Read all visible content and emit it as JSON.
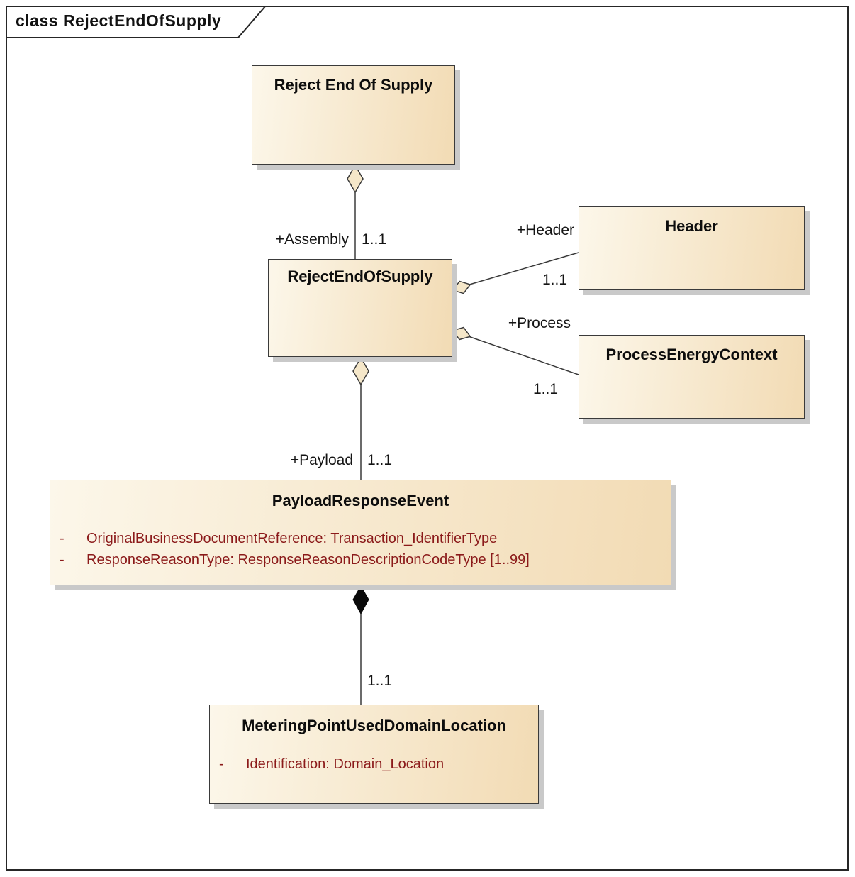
{
  "diagram": {
    "frame_label": "class RejectEndOfSupply"
  },
  "classes": [
    {
      "name": "Reject End Of Supply",
      "attributes": []
    },
    {
      "name": "RejectEndOfSupply",
      "attributes": []
    },
    {
      "name": "Header",
      "attributes": []
    },
    {
      "name": "ProcessEnergyContext",
      "attributes": []
    },
    {
      "name": "PayloadResponseEvent",
      "attributes": [
        {
          "vis": "-",
          "text": "OriginalBusinessDocumentReference: Transaction_IdentifierType"
        },
        {
          "vis": "-",
          "text": "ResponseReasonType: ResponseReasonDescriptionCodeType [1..99]"
        }
      ]
    },
    {
      "name": "MeteringPointUsedDomainLocation",
      "attributes": [
        {
          "vis": "-",
          "text": "Identification: Domain_Location"
        }
      ]
    }
  ],
  "connectors": [
    {
      "id": "assembly",
      "type": "aggregation",
      "role": "+Assembly",
      "multiplicity": "1..1"
    },
    {
      "id": "header",
      "type": "aggregation",
      "role": "+Header",
      "multiplicity": "1..1"
    },
    {
      "id": "process",
      "type": "aggregation",
      "role": "+Process",
      "multiplicity": "1..1"
    },
    {
      "id": "payload",
      "type": "aggregation",
      "role": "+Payload",
      "multiplicity": "1..1"
    },
    {
      "id": "composition",
      "type": "composition",
      "role": "",
      "multiplicity": "1..1"
    }
  ],
  "colors": {
    "box_fill_light": "#fcf7ea",
    "box_fill_dark": "#f2dbb4",
    "attribute_text": "#8b1a1a",
    "line": "#3a3a3a",
    "diamond_fill": "#f5e7c9",
    "shadow": "#c9c9c9"
  }
}
